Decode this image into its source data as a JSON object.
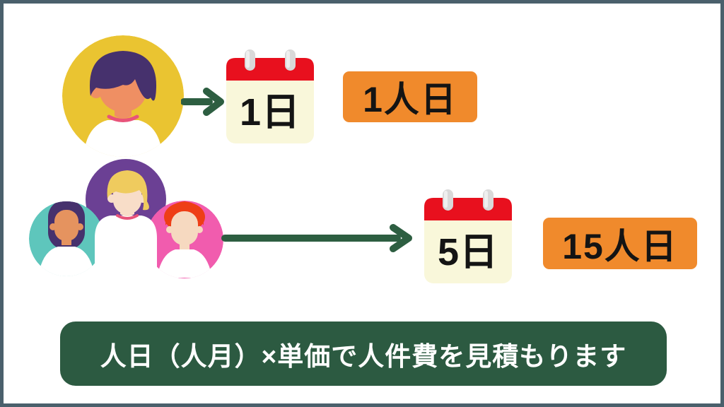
{
  "meta": {
    "type": "infographic-slide",
    "language": "ja",
    "topic": "person-day estimation"
  },
  "colors": {
    "frame_border": "#4A606C",
    "background": "#FFFFFF",
    "arrow_green": "#2D5E41",
    "footer_green": "#2C5A41",
    "badge_orange": "#F08A2C",
    "calendar_red": "#E8101E",
    "calendar_paper": "#F9F7DA",
    "calendar_ring_gray": "#D9D9D9",
    "avatar_yellow": "#EAC431",
    "avatar_purple": "#6B4094",
    "avatar_teal": "#5EC6BC",
    "avatar_pink": "#F15CAE",
    "hair_dark_purple": "#46316D",
    "hair_blonde": "#EFCB5E",
    "hair_red": "#EE3E16",
    "text_black": "#141414",
    "text_white": "#FFFFFF"
  },
  "icons": {
    "single_person": "person-avatar-icon",
    "team": "team-avatars-icon",
    "calendar": "calendar-icon",
    "short_arrow": "arrow-right-icon",
    "long_arrow": "long-arrow-right-icon"
  },
  "rows": [
    {
      "calendar_label": "1日",
      "badge_label": "1人日"
    },
    {
      "calendar_label": "5日",
      "badge_label": "15人日"
    }
  ],
  "footer": {
    "text": "人日（人月）×単価で人件費を見積もります"
  }
}
